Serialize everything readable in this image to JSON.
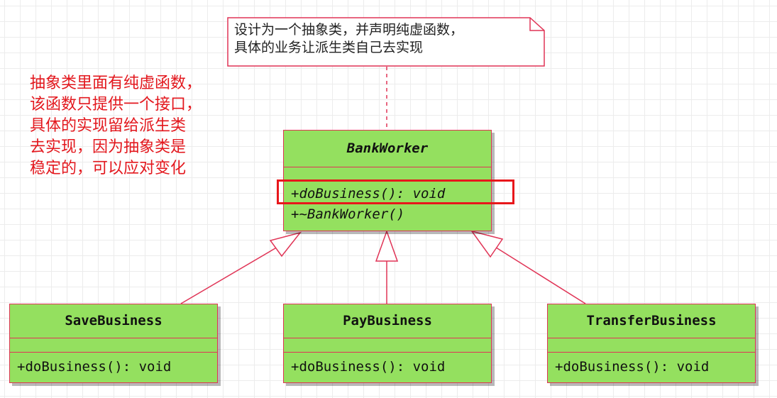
{
  "note": {
    "lines": [
      "设计为一个抽象类，并声明纯虚函数，",
      "具体的业务让派生类自己去实现"
    ]
  },
  "annotation": {
    "color": "#e3171d",
    "lines": [
      "抽象类里面有纯虚函数，",
      "该函数只提供一个接口，",
      "具体的实现留给派生类",
      "去实现，因为抽象类是",
      "稳定的，可以应对变化"
    ]
  },
  "classes": {
    "bank_worker": {
      "name": "BankWorker",
      "abstract": true,
      "operations": [
        "+doBusiness(): void",
        "+~BankWorker()"
      ]
    },
    "save_business": {
      "name": "SaveBusiness",
      "operations": [
        "+doBusiness(): void"
      ]
    },
    "pay_business": {
      "name": "PayBusiness",
      "operations": [
        "+doBusiness(): void"
      ]
    },
    "transfer_business": {
      "name": "TransferBusiness",
      "operations": [
        "+doBusiness(): void"
      ]
    }
  },
  "colors": {
    "class_fill": "#94e05f",
    "class_border": "#e03456",
    "highlight_border": "#e8171b",
    "edge": "#e03456"
  }
}
